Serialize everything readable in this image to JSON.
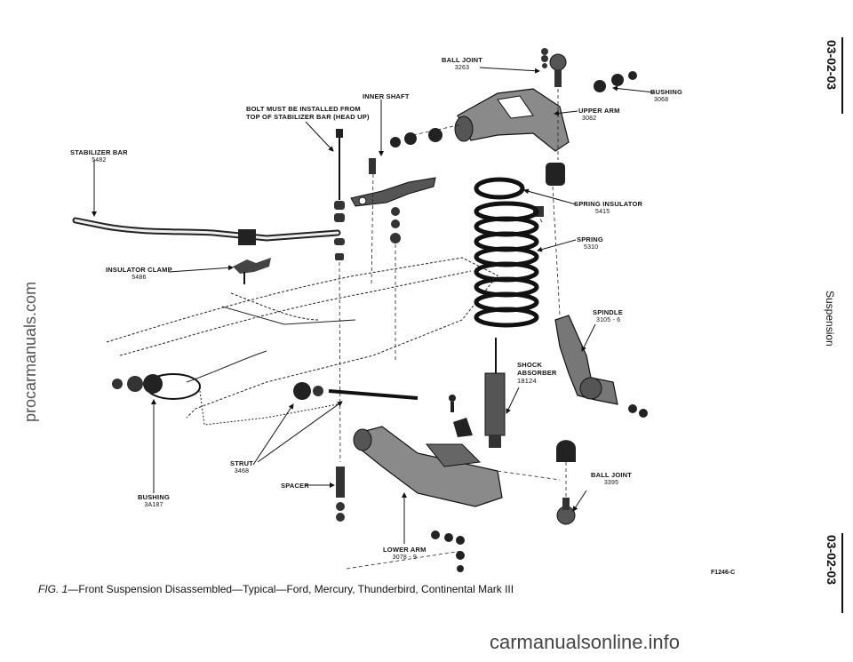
{
  "labels": {
    "ball_joint_upper": {
      "name": "BALL JOINT",
      "number": "3263"
    },
    "bushing_upper": {
      "name": "BUSHING",
      "number": "3068"
    },
    "upper_arm": {
      "name": "UPPER ARM",
      "number": "3082"
    },
    "inner_shaft": {
      "name": "INNER SHAFT"
    },
    "bolt_note": {
      "line1": "BOLT MUST BE INSTALLED FROM",
      "line2": "TOP OF STABILIZER BAR (HEAD UP)"
    },
    "stabilizer_bar": {
      "name": "STABILIZER BAR",
      "number": "5482"
    },
    "spring_insulator": {
      "name": "SPRING INSULATOR",
      "number": "5415"
    },
    "spring": {
      "name": "SPRING",
      "number": "5310"
    },
    "insulator_clamp": {
      "name": "INSULATOR CLAMP",
      "number": "5486"
    },
    "spindle": {
      "name": "SPINDLE",
      "number": "3105 - 6"
    },
    "shock_absorber": {
      "line1": "SHOCK",
      "line2": "ABSORBER",
      "number": "18124"
    },
    "strut": {
      "name": "STRUT",
      "number": "3468"
    },
    "spacer": {
      "name": "SPACER"
    },
    "bushing_lower": {
      "name": "BUSHING",
      "number": "3A187"
    },
    "ball_joint_lower": {
      "name": "BALL JOINT",
      "number": "3395"
    },
    "lower_arm": {
      "name": "LOWER ARM",
      "number": "3078 - 9"
    }
  },
  "caption": {
    "fig": "FIG. 1",
    "text": "—Front Suspension Disassembled—Typical—Ford, Mercury, Thunderbird, Continental Mark III"
  },
  "figure_code": "F1246-C",
  "side": {
    "code_top": "03-02-03",
    "section": "Suspension",
    "code_bottom": "03-02-03"
  },
  "watermarks": {
    "left": "procarmanuals.com",
    "bottom": "carmanualsonline.info"
  }
}
